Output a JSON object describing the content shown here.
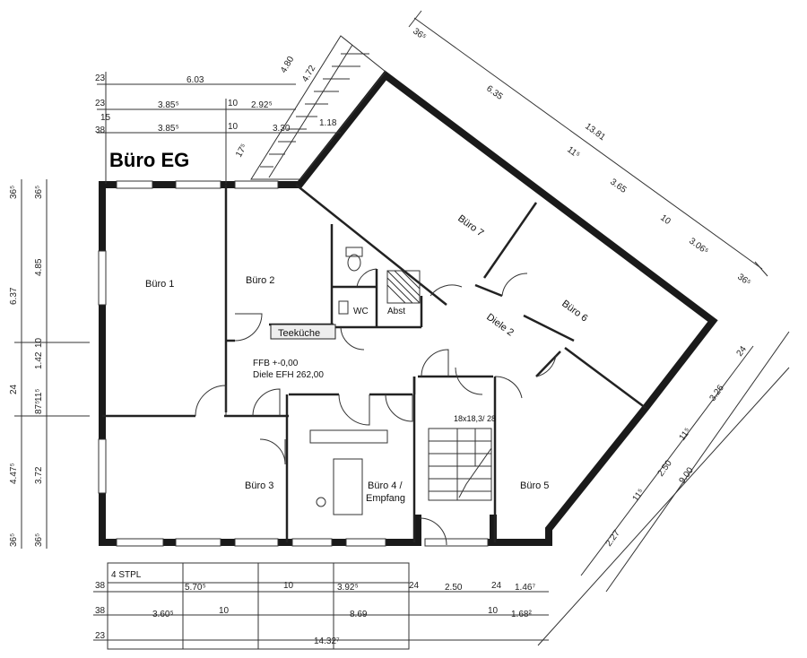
{
  "title": "Büro EG",
  "rooms": {
    "buero1": "Büro 1",
    "buero2": "Büro 2",
    "buero3": "Büro 3",
    "buero4_line1": "Büro 4 /",
    "buero4_line2": "Empfang",
    "buero5": "Büro 5",
    "buero6": "Büro 6",
    "buero7": "Büro 7",
    "diele2": "Diele 2",
    "teekueche": "Teeküche",
    "wc": "WC",
    "abst": "Abst",
    "stair": "18x18,3/ 28",
    "ffb": "FFB +-0,00",
    "diele_efh": "Diele EFH 262,00"
  },
  "table": {
    "stpl": "4 STPL"
  },
  "dims": {
    "top_row1": [
      "23",
      "6.03"
    ],
    "top_row2": [
      "23",
      "3.85⁵",
      "10",
      "2.92⁵"
    ],
    "top_row3": [
      "15",
      "3.85⁵",
      "10",
      "3.30"
    ],
    "top_row3_pre": "38",
    "top_small": [
      "4.72",
      "4.80",
      "17⁵",
      "1.18"
    ],
    "diag_top": [
      "36⁵",
      "6.35",
      "13.81",
      "11⁵",
      "3.65",
      "10",
      "3.06⁵",
      "36⁵"
    ],
    "left_outer": [
      "36⁵",
      "6.37",
      "24",
      "4.47⁵",
      "36⁵"
    ],
    "left_inner": [
      "36⁵",
      "4.85",
      "10",
      "1.42",
      "11⁵",
      "87⁵",
      "3.72",
      "36⁵"
    ],
    "diag_right": [
      "24",
      "3.26",
      "11⁵",
      "2.50",
      "9.00",
      "11⁵",
      "2.27"
    ],
    "bottom_row1": [
      "38",
      "5.70⁵",
      "10",
      "3.92⁵",
      "24",
      "2.50",
      "24",
      "1.46⁷"
    ],
    "bottom_row2": [
      "38",
      "3.60⁵",
      "10",
      "8.69",
      "10",
      "1.68²"
    ],
    "bottom_row3": [
      "23",
      "14.32⁷"
    ]
  }
}
